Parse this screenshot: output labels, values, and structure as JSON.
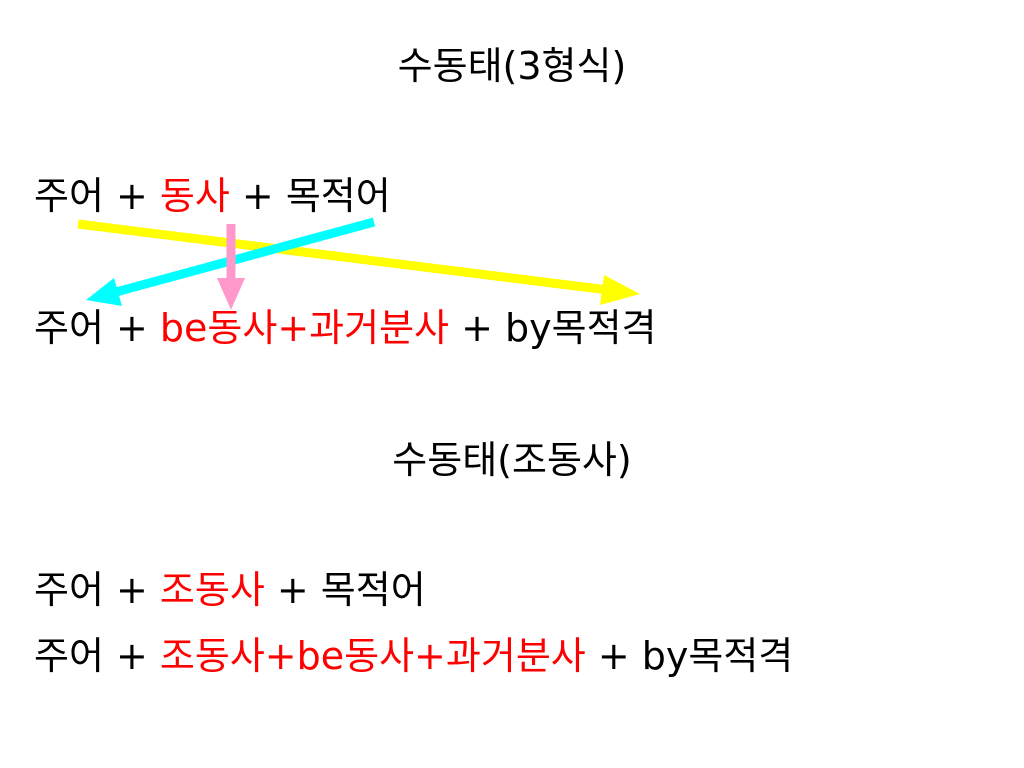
{
  "section1": {
    "title": "수동태(3형식)",
    "active_line": {
      "subject": "주어 + ",
      "verb": "동사",
      "rest": " + 목적어"
    },
    "passive_line": {
      "subject": "주어 + ",
      "verb": "be동사+과거분사",
      "rest": " + by목적격"
    }
  },
  "section2": {
    "title": "수동태(조동사)",
    "active_line": {
      "subject": "주어 + ",
      "verb": "조동사",
      "rest": " + 목적어"
    },
    "passive_line": {
      "subject": "주어 + ",
      "verb": "조동사+be동사+과거분사",
      "rest": " + by목적격"
    }
  },
  "colors": {
    "highlight_text": "#ff0000",
    "arrow_subject_to_object": "#ffff00",
    "arrow_object_to_subject": "#00ffff",
    "arrow_verb_change": "#ff99cc"
  }
}
